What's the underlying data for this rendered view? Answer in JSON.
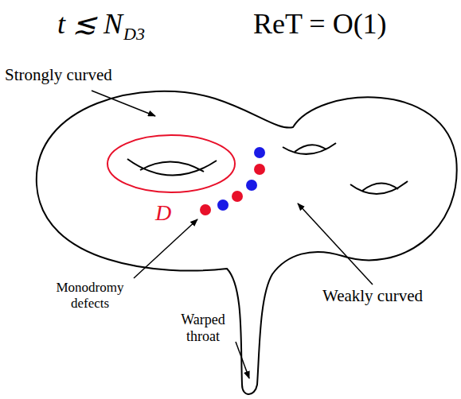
{
  "diagram": {
    "labels": [
      "t ≲ N",
      "D3",
      "ReT = O(1)",
      "Strongly curved",
      "D",
      "Monodromy defects",
      "Weakly curved",
      "Warped throat"
    ]
  }
}
